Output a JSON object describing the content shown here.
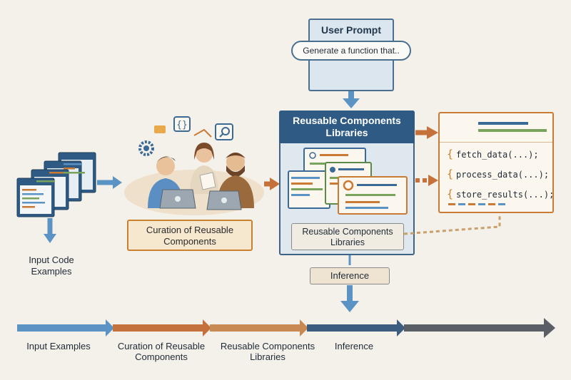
{
  "user_prompt": {
    "title": "User Prompt",
    "example": "Generate a function that.."
  },
  "libraries_panel": {
    "title": "Reusable Components Libraries",
    "label": "Reusable Components Libraries"
  },
  "inference_label": "Inference",
  "curation_label": "Curation of Reusable Components",
  "input_caption": "Input Code Examples",
  "output_code": [
    "fetch_data(...);",
    "process_data(...);",
    "store_results(...);"
  ],
  "timeline": [
    {
      "label": "Input Examples",
      "color": "#5b94c4"
    },
    {
      "label": "Curation of Reusable Components",
      "color": "#c5713b"
    },
    {
      "label": "Reusable Components Libraries",
      "color": "#3c5d80"
    },
    {
      "label": "Inference",
      "color": "#5a5f66"
    }
  ],
  "colors": {
    "blue_accent": "#5b94c4",
    "orange_accent": "#c97a35",
    "navy": "#2f5a84"
  }
}
